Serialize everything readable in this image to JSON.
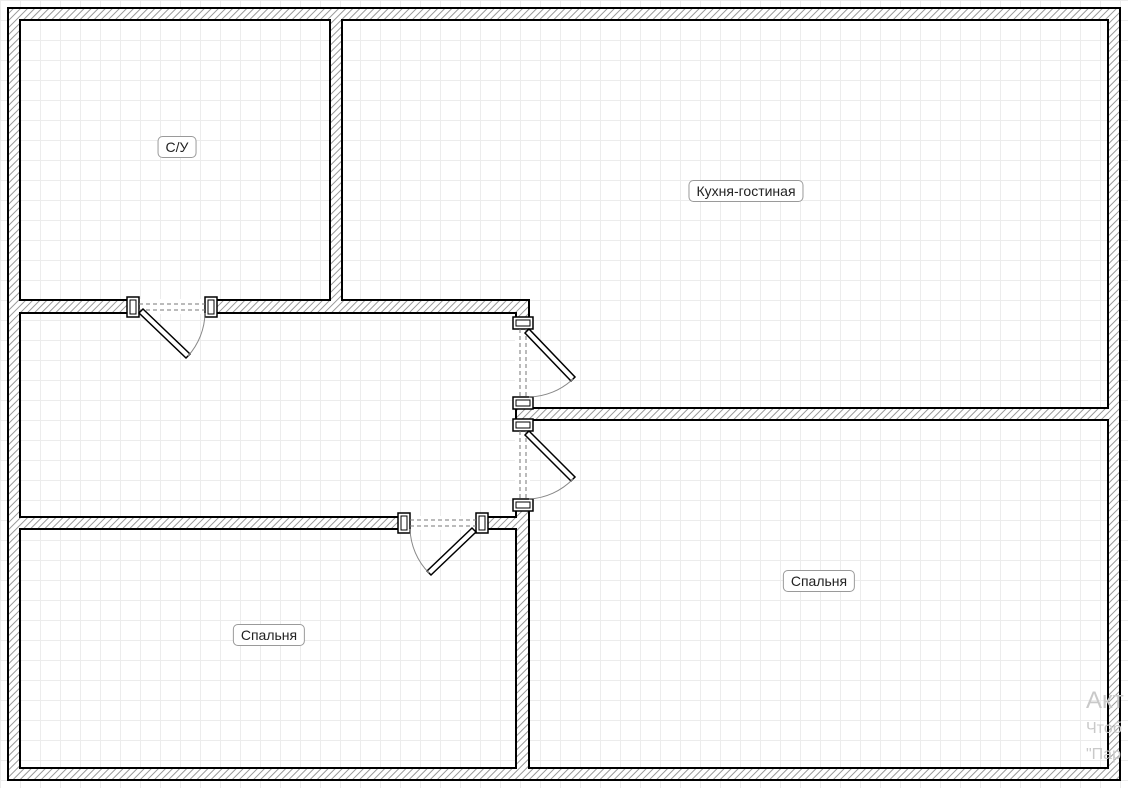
{
  "rooms": [
    {
      "id": "bathroom",
      "label": "С/У"
    },
    {
      "id": "kitchen-living",
      "label": "Кухня-гостиная"
    },
    {
      "id": "bedroom-left",
      "label": "Спальня"
    },
    {
      "id": "bedroom-right",
      "label": "Спальня"
    }
  ],
  "watermark": {
    "title": "Акт",
    "line1": "Чтоб",
    "line2": "\"Пар"
  },
  "colors": {
    "wall_outline": "#000000",
    "wall_hatch": "#9a9a9a",
    "grid": "#ececec",
    "label_border": "#9a9a9a"
  }
}
